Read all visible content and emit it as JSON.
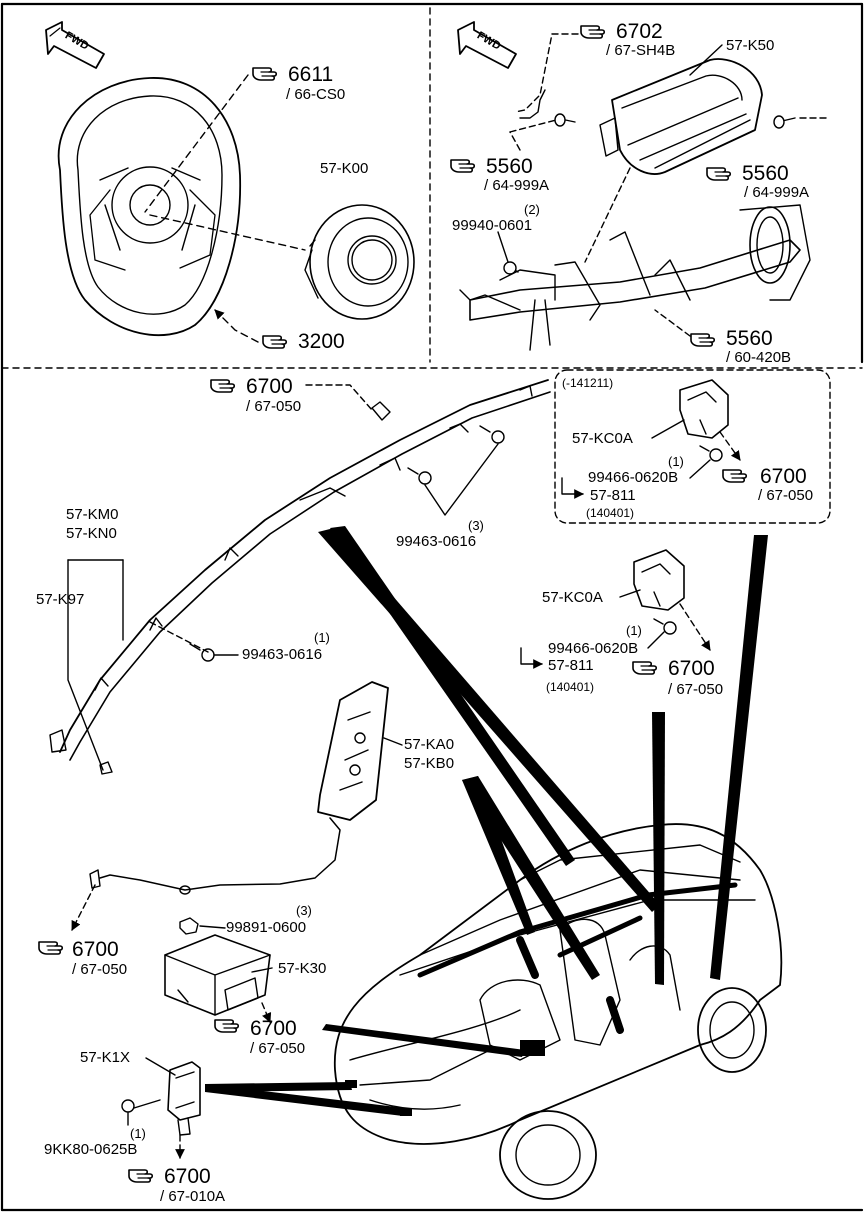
{
  "fwd_badge": "FWD",
  "steering": {
    "ref_6611": {
      "num": "6611",
      "sub": "/ 66-CS0"
    },
    "part_57K00": "57-K00",
    "ref_3200": {
      "num": "3200"
    }
  },
  "dash": {
    "ref_6702": {
      "num": "6702",
      "sub": "/ 67-SH4B"
    },
    "part_57K50": "57-K50",
    "ref_5560_left": {
      "num": "5560",
      "sub": "/ 64-999A"
    },
    "ref_5560_right": {
      "num": "5560",
      "sub": "/ 64-999A"
    },
    "bolt_99940": {
      "qty": "(2)",
      "num": "99940-0601"
    },
    "ref_5560_bottom": {
      "num": "5560",
      "sub": "/ 60-420B"
    }
  },
  "curtain": {
    "ref_6700_top": {
      "num": "6700",
      "sub": "/ 67-050"
    },
    "bolt_99463_3": {
      "qty": "(3)",
      "num": "99463-0616"
    },
    "part_57KM0": "57-KM0",
    "part_57KN0": "57-KN0",
    "part_57K97": "57-K97",
    "bolt_99463_1": {
      "qty": "(1)",
      "num": "99463-0616"
    }
  },
  "sensor_box": {
    "date_top": "(-141211)",
    "part_57KC0A": "57-KC0A",
    "bolt_qty": "(1)",
    "bolt_num": "99466-0620B",
    "ref_6700": {
      "num": "6700",
      "sub": "/ 67-050"
    },
    "alt_part": "57-811",
    "date_bottom": "(140401)"
  },
  "sensor_free": {
    "part_57KC0A": "57-KC0A",
    "bolt_qty": "(1)",
    "bolt_num": "99466-0620B",
    "ref_6700": {
      "num": "6700",
      "sub": "/ 67-050"
    },
    "alt_part": "57-811",
    "date_bottom": "(140401)"
  },
  "seat": {
    "part_57KA0": "57-KA0",
    "part_57KB0": "57-KB0",
    "ref_6700": {
      "num": "6700",
      "sub": "/ 67-050"
    }
  },
  "module": {
    "nut_qty": "(3)",
    "nut_num": "99891-0600",
    "part_57K30": "57-K30",
    "ref_6700": {
      "num": "6700",
      "sub": "/ 67-050"
    }
  },
  "front_sensor": {
    "part_57K1X": "57-K1X",
    "bolt_qty": "(1)",
    "bolt_num": "9KK80-0625B",
    "ref_6700": {
      "num": "6700",
      "sub": "/ 67-010A"
    }
  }
}
